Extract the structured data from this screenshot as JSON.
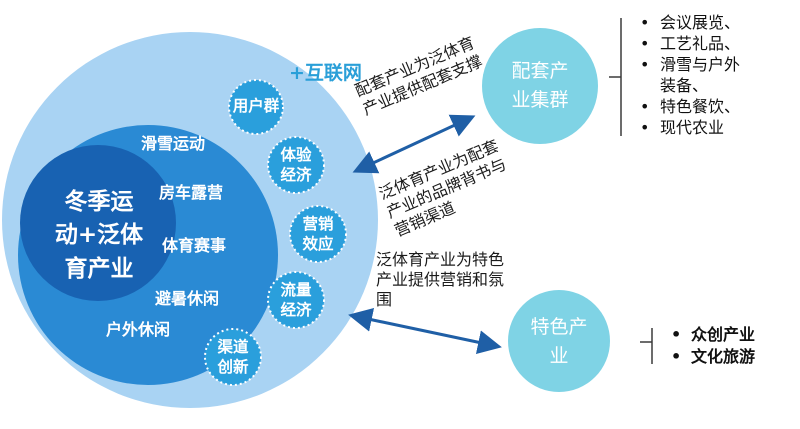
{
  "core": {
    "text": "冬季运\n动+泛体\n育产业"
  },
  "ring_items": [
    "滑雪运动",
    "房车露营",
    "体育赛事",
    "避暑休闲",
    "户外休闲"
  ],
  "internet_label": "+互联网",
  "satellites": [
    "用户群",
    "体验\n经济",
    "营销\n效应",
    "流量\n经济",
    "渠道\n创新"
  ],
  "arrow_upper": {
    "top_text": "配套产业为泛体育\n产业提供配套支撑",
    "bottom_text": "泛体育产业为配套\n产业的品牌背书与\n营销渠道"
  },
  "arrow_lower": {
    "text": "泛体育产业为特色\n产业提供营销和氛\n围"
  },
  "cluster1": {
    "label": "配套产\n业集群",
    "items": [
      "会议展览、",
      "工艺礼品、",
      "滑雪与户外",
      "装备、",
      "特色餐饮、",
      "现代农业"
    ]
  },
  "cluster2": {
    "label": "特色产\n业",
    "items": [
      "众创产业",
      "文化旅游"
    ]
  },
  "colors": {
    "outer": "#a9d3f3",
    "middle": "#2a8ad4",
    "core": "#1862b2",
    "satellite": "#2a9fdc",
    "cluster": "#7fd3e5",
    "arrow": "#1f5fa6"
  }
}
